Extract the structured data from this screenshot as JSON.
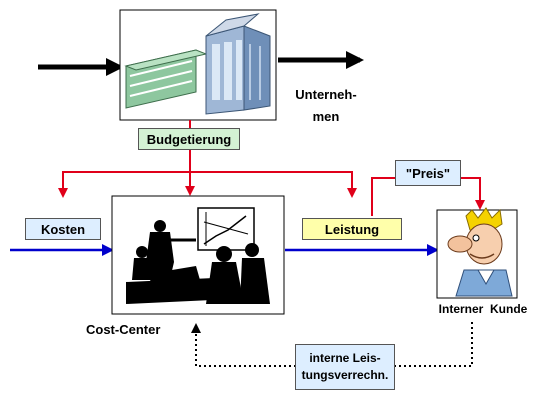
{
  "labels": {
    "budgetierung": "Budgetierung",
    "kosten": "Kosten",
    "leistung": "Leistung",
    "preis": "\"Preis\"",
    "verrechnung_line1": "interne Leis-",
    "verrechnung_line2": "tungsverrechn.",
    "unternehmen_line1": "Unterneh-",
    "unternehmen_line2": "men",
    "cost_center": "Cost-Center",
    "interner_kunde": "Interner  Kunde"
  },
  "illustrations": {
    "company": "office-buildings-icon",
    "cost_center": "presentation-meeting-icon",
    "customer": "crowned-customer-icon"
  },
  "colors": {
    "budget_flow": "#e0001a",
    "service_flow": "#0000cc",
    "main_flow": "#000000",
    "budget_box": "#d4f2d4",
    "cost_box": "#ddeeff",
    "service_box": "#ffffaa"
  }
}
